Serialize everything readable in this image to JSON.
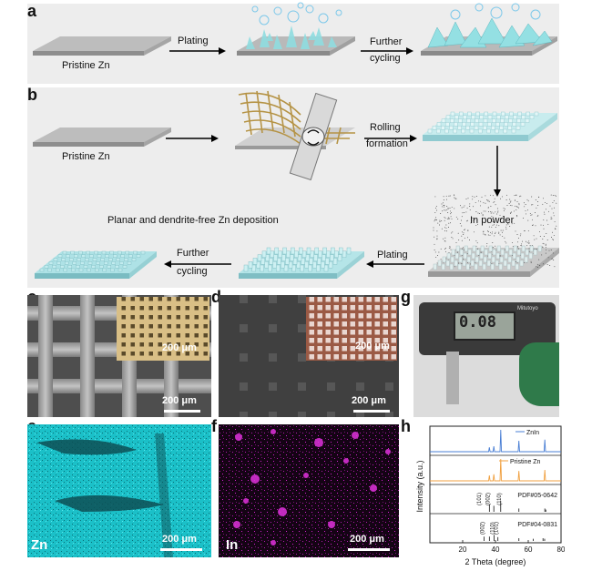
{
  "panels": {
    "a": {
      "letter": "a",
      "start_label": "Pristine Zn",
      "arrow1_label": "Plating",
      "arrow2_label_line1": "Further",
      "arrow2_label_line2": "cycling"
    },
    "b": {
      "letter": "b",
      "start_label": "Pristine Zn",
      "rolling_line1": "Rolling",
      "rolling_line2": "formation",
      "in_powder_label": "In powder",
      "deposition_label": "Planar and dendrite-free  Zn deposition",
      "plating_label": "Plating",
      "further_line1": "Further",
      "further_line2": "cycling"
    },
    "c": {
      "letter": "c",
      "inset_scale": "200 μm",
      "main_scale": "200 μm"
    },
    "d": {
      "letter": "d",
      "inset_scale": "200 μm",
      "main_scale": "200 μm"
    },
    "g": {
      "letter": "g",
      "caliper_reading": "0.08",
      "caliper_brand": "Mitutoyo"
    },
    "e": {
      "letter": "e",
      "element": "Zn",
      "scale": "200 μm"
    },
    "f": {
      "letter": "f",
      "element": "In",
      "scale": "200 μm"
    },
    "h": {
      "letter": "h"
    }
  },
  "colors": {
    "znin": "#4a7fd4",
    "pristine": "#f0a040",
    "mapping_zn": "#1ec8d0",
    "mapping_in": "#d81fd4",
    "copper": "#b06d55",
    "gold": "#d9bf86"
  },
  "chart_data": {
    "type": "line",
    "xlabel": "2 Theta (degree)",
    "ylabel": "Intensity (a.u.)",
    "xlim": [
      0,
      80
    ],
    "xticks": [
      20,
      40,
      60,
      80
    ],
    "series": [
      {
        "name": "ZnIn",
        "peaks": [
          [
            36.3,
            0.2
          ],
          [
            39.0,
            0.25
          ],
          [
            43.2,
            1.0
          ],
          [
            54.3,
            0.5
          ],
          [
            70.1,
            0.55
          ]
        ]
      },
      {
        "name": "Pristine Zn",
        "peaks": [
          [
            36.3,
            0.25
          ],
          [
            39.0,
            0.3
          ],
          [
            43.2,
            1.0
          ],
          [
            54.3,
            0.45
          ],
          [
            70.1,
            0.5
          ]
        ]
      }
    ],
    "references": [
      {
        "name": "PDF#05-0642",
        "lines": [
          [
            36.3,
            0.7
          ],
          [
            39.0,
            0.55
          ],
          [
            43.2,
            1.0
          ],
          [
            54.3,
            0.3
          ],
          [
            70.1,
            0.3
          ],
          [
            70.7,
            0.2
          ]
        ],
        "labels": [
          {
            "text": "(101)",
            "x": 31.2
          },
          {
            "text": "(002)",
            "x": 36.3
          },
          {
            "text": "(110)",
            "x": 43.2
          }
        ]
      },
      {
        "name": "PDF#04-0831",
        "lines": [
          [
            33.0,
            0.4
          ],
          [
            36.3,
            0.4
          ],
          [
            39.2,
            0.55
          ],
          [
            41.5,
            0.35
          ],
          [
            54.3,
            0.25
          ],
          [
            63.0,
            0.2
          ],
          [
            69.0,
            0.25
          ],
          [
            70.0,
            0.2
          ]
        ],
        "labels": [
          {
            "text": "(002)",
            "x": 33.0
          },
          {
            "text": "(110)",
            "x": 39.2
          },
          {
            "text": "(101)",
            "x": 41.5
          }
        ]
      }
    ]
  }
}
